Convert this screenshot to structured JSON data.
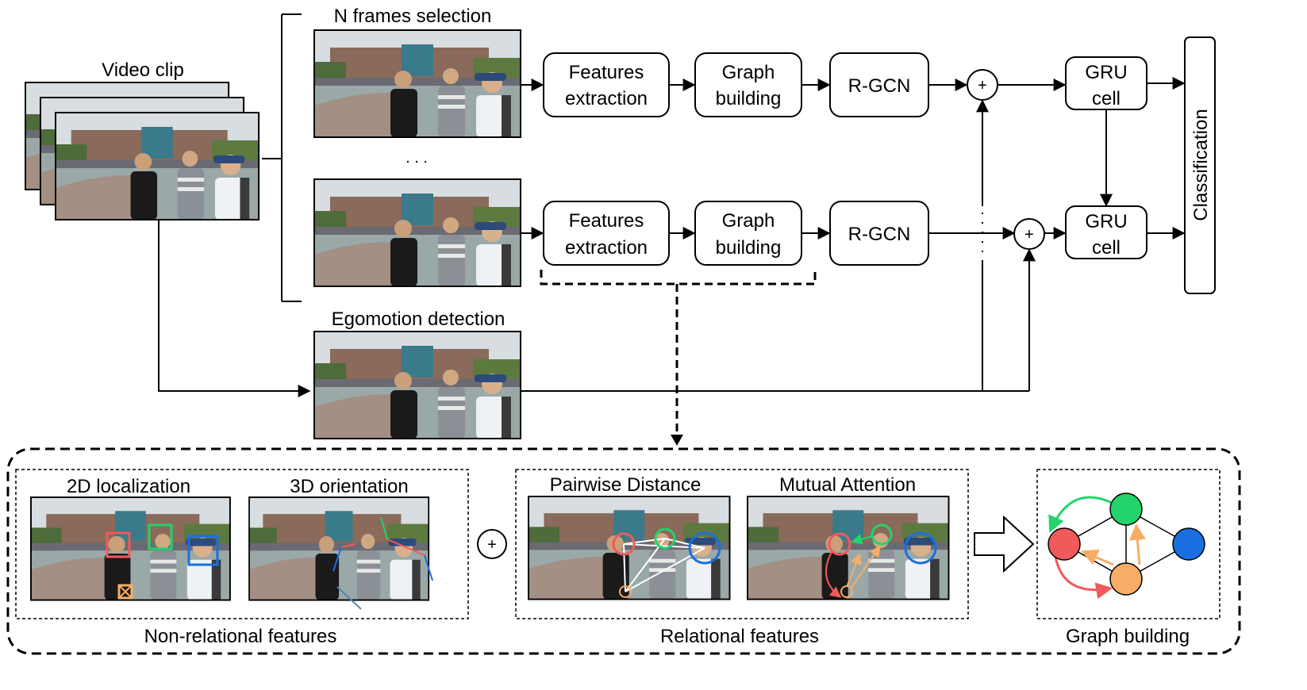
{
  "labels": {
    "video_clip": "Video clip",
    "n_frames": "N frames selection",
    "ellipsis": ". . .",
    "egomotion": "Egomotion detection",
    "classification": "Classification",
    "plus": "+"
  },
  "pipeline": {
    "features_l1": "Features",
    "features_l2": "extraction",
    "graph_l1": "Graph",
    "graph_l2": "building",
    "rgcn": "R-GCN",
    "gru_l1": "GRU",
    "gru_l2": "cell"
  },
  "bottom": {
    "loc2d": "2D localization",
    "orient3d": "3D orientation",
    "pairwise": "Pairwise Distance",
    "mutual": "Mutual Attention",
    "nonrel": "Non-relational features",
    "rel": "Relational features",
    "graph": "Graph building"
  },
  "colors": {
    "red": "#f05a5a",
    "green": "#22d46b",
    "blue": "#1a6fe0",
    "orange": "#f7ad66"
  }
}
